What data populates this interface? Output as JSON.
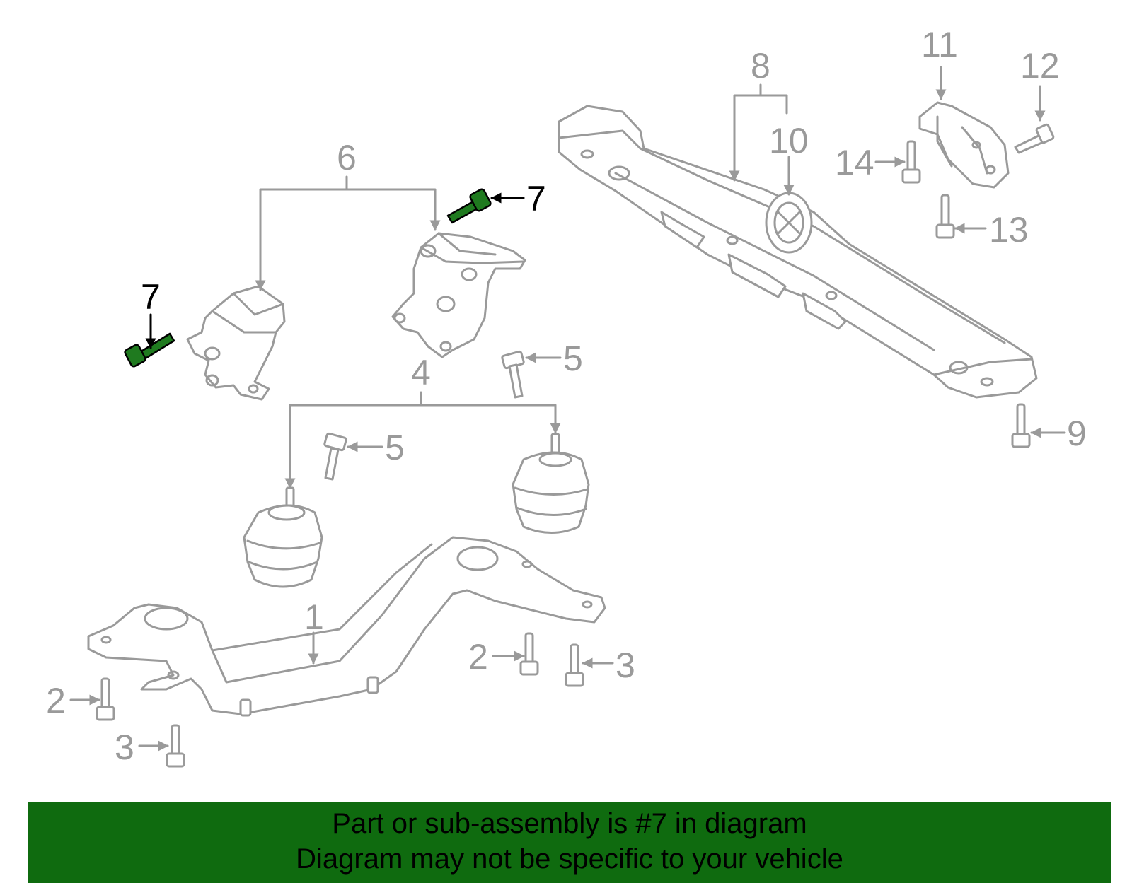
{
  "callouts": [
    {
      "id": "c1",
      "label": "1"
    },
    {
      "id": "c2a",
      "label": "2"
    },
    {
      "id": "c2b",
      "label": "2"
    },
    {
      "id": "c3a",
      "label": "3"
    },
    {
      "id": "c3b",
      "label": "3"
    },
    {
      "id": "c4",
      "label": "4"
    },
    {
      "id": "c5a",
      "label": "5"
    },
    {
      "id": "c5b",
      "label": "5"
    },
    {
      "id": "c6",
      "label": "6"
    },
    {
      "id": "c7a",
      "label": "7",
      "highlighted": true
    },
    {
      "id": "c7b",
      "label": "7",
      "highlighted": true
    },
    {
      "id": "c8",
      "label": "8"
    },
    {
      "id": "c9",
      "label": "9"
    },
    {
      "id": "c10",
      "label": "10"
    },
    {
      "id": "c11",
      "label": "11"
    },
    {
      "id": "c12",
      "label": "12"
    },
    {
      "id": "c13",
      "label": "13"
    },
    {
      "id": "c14",
      "label": "14"
    }
  ],
  "colors": {
    "line": "#9a9a9a",
    "highlight_part": "#1f7a1f",
    "highlight_line": "#000000",
    "banner_bg": "#0f6b0f",
    "banner_text": "#000000"
  },
  "banner": {
    "line1": "Part or sub-assembly is #7 in diagram",
    "line2": "Diagram may not be specific to your vehicle"
  }
}
